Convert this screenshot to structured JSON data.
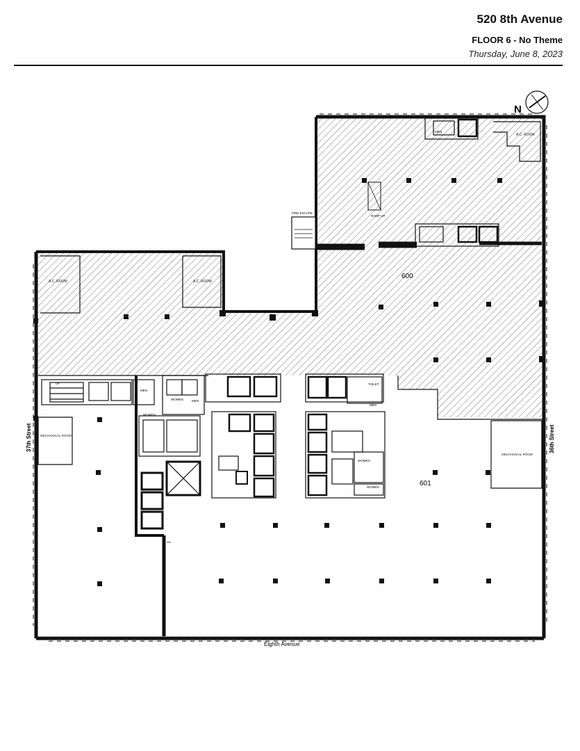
{
  "header": {
    "title": "520 8th Avenue",
    "subtitle": "FLOOR 6 - No Theme",
    "date": "Thursday, June 8, 2023"
  },
  "plan": {
    "compass_label": "N",
    "suite_600": "600",
    "suite_601": "601",
    "street_left": "37th Street",
    "street_right": "36th Street",
    "street_bottom": "Eighth Avenue",
    "rooms": {
      "ac_room_1": "A.C. ROOM",
      "ac_room_2": "A.C. ROOM",
      "ac_room_3": "A.C. ROOM",
      "mech_room_left": "MECHANICAL ROOM",
      "mech_room_right": "MECHANICAL ROOM",
      "fire_escape": "FIRE ESCAPE",
      "ramp_up": "RAMP UP",
      "men_1": "MEN",
      "men_2": "MEN",
      "men_3": "MEN",
      "men_4": "MEN",
      "women_1": "WOMEN",
      "women_2": "WOMEN",
      "women_3": "WOMEN",
      "women_4": "WOMEN",
      "toilet": "TOILET"
    },
    "stair_labels": {
      "up": "UP",
      "dn": "DN"
    }
  },
  "colors": {
    "wall": "#111111",
    "hatch": "#555555",
    "background": "#ffffff"
  }
}
